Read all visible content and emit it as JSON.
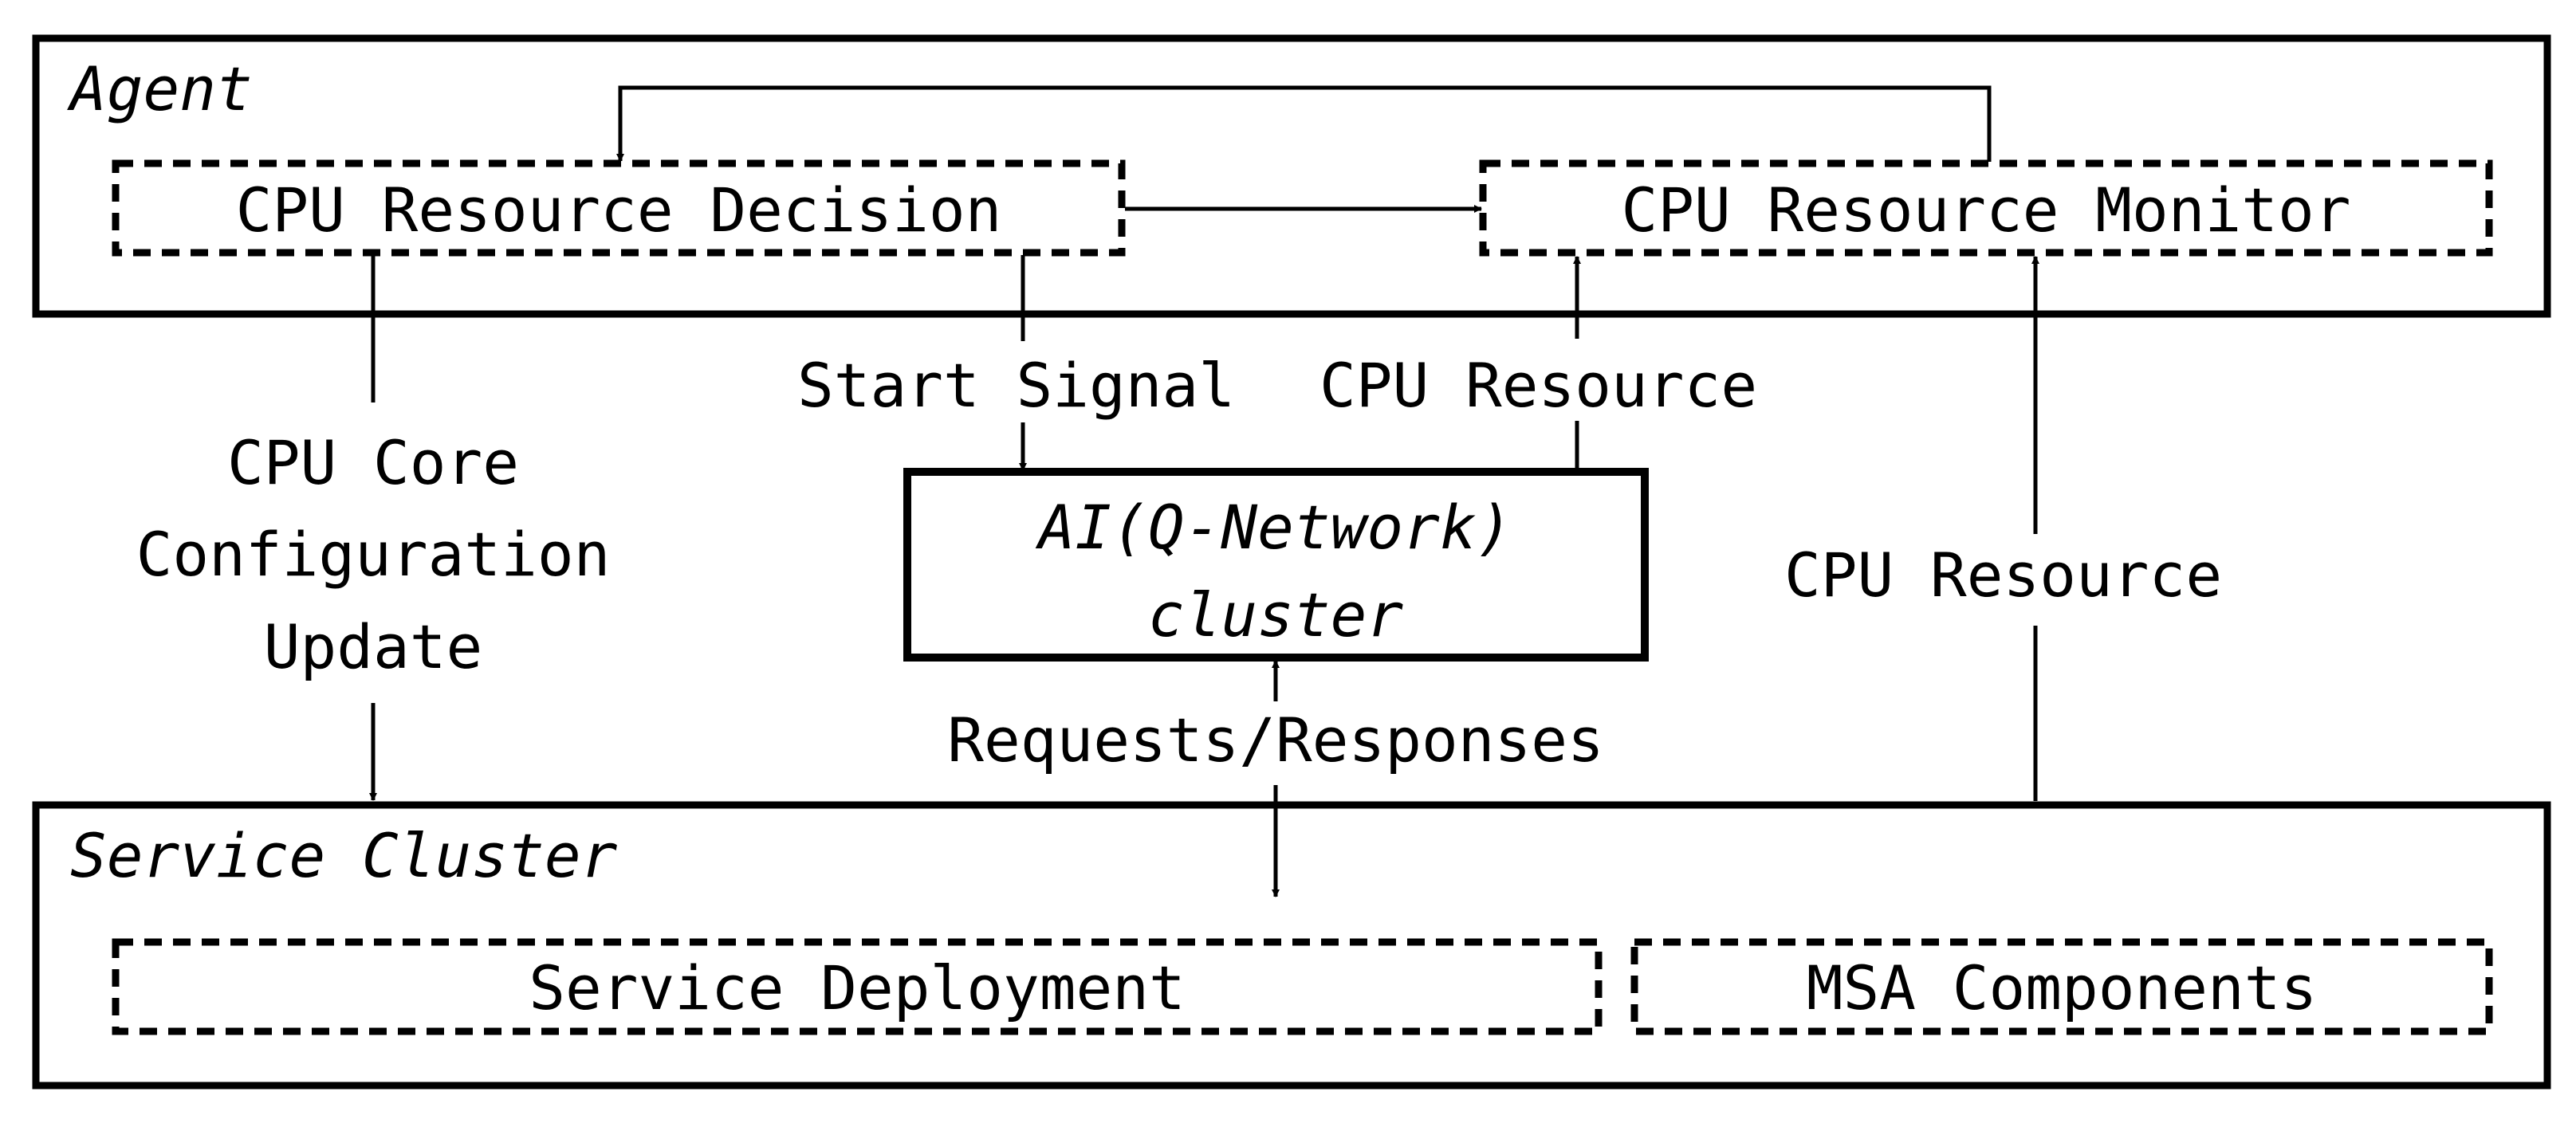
{
  "agent": {
    "title": "Agent",
    "decision_box": "CPU Resource Decision",
    "monitor_box": "CPU Resource Monitor"
  },
  "ai_cluster": {
    "line1": "AI(Q-Network)",
    "line2": "cluster"
  },
  "service_cluster": {
    "title": "Service Cluster",
    "deployment_box": "Service Deployment",
    "msa_box": "MSA Components"
  },
  "edges": {
    "core_config": [
      "CPU Core",
      "Configuration",
      "Update"
    ],
    "start_signal": "Start Signal",
    "cpu_resource_ai": "CPU Resource",
    "cpu_resource_service": "CPU Resource",
    "requests_responses": "Requests/Responses"
  }
}
